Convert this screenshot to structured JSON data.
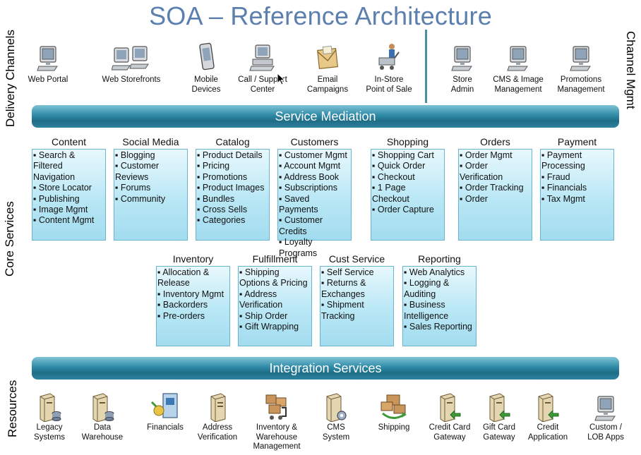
{
  "title": "SOA – Reference Architecture",
  "side_labels": {
    "delivery": "Delivery Channels",
    "core": "Core Services",
    "resources": "Resources",
    "channel_mgmt": "Channel Mgmt"
  },
  "channels": [
    {
      "label": "Web Portal",
      "icon": "computer-icon"
    },
    {
      "label": "Web Storefronts",
      "icon": "computers-icon"
    },
    {
      "label": "Mobile\nDevices",
      "icon": "mobile-device-icon"
    },
    {
      "label": "Call / Support\nCenter",
      "icon": "workstation-icon"
    },
    {
      "label": "Email\nCampaigns",
      "icon": "email-icon"
    },
    {
      "label": "In-Store\nPoint of Sale",
      "icon": "point-of-sale-icon"
    },
    {
      "label": "Store\nAdmin",
      "icon": "computer-icon"
    },
    {
      "label": "CMS & Image\nManagement",
      "icon": "computer-icon"
    },
    {
      "label": "Promotions\nManagement",
      "icon": "computer-icon"
    }
  ],
  "bars": {
    "mediation": "Service Mediation",
    "integration": "Integration Services"
  },
  "services_row1": [
    {
      "name": "Content",
      "items": [
        "▪ Search &",
        "Filtered",
        "Navigation",
        "▪ Store Locator",
        "▪ Publishing",
        "▪ Image Mgmt",
        "▪ Content Mgmt"
      ]
    },
    {
      "name": "Social Media",
      "items": [
        "▪ Blogging",
        "▪ Customer",
        "Reviews",
        "▪ Forums",
        "▪ Community"
      ]
    },
    {
      "name": "Catalog",
      "items": [
        "▪ Product Details",
        "▪ Pricing",
        "▪ Promotions",
        "▪ Product Images",
        "▪ Bundles",
        "▪ Cross Sells",
        "▪ Categories"
      ]
    },
    {
      "name": "Customers",
      "items": [
        "▪ Customer Mgmt",
        "▪ Account Mgmt",
        "▪ Address Book",
        "▪ Subscriptions",
        "▪ Saved Payments",
        "▪ Customer Credits",
        "▪ Loyalty Programs"
      ]
    },
    {
      "name": "Shopping",
      "items": [
        "▪ Shopping Cart",
        "▪ Quick Order",
        "▪ Checkout",
        "▪ 1 Page Checkout",
        "▪ Order Capture"
      ]
    },
    {
      "name": "Orders",
      "items": [
        "▪ Order Mgmt",
        "▪ Order",
        "Verification",
        "▪ Order Tracking",
        "▪ Order"
      ]
    },
    {
      "name": "Payment",
      "items": [
        "▪ Payment",
        "Processing",
        "▪ Fraud",
        "▪ Financials",
        "▪ Tax Mgmt"
      ]
    }
  ],
  "services_row2": [
    {
      "name": "Inventory",
      "items": [
        "▪ Allocation &",
        "Release",
        "▪ Inventory Mgmt",
        "▪ Backorders",
        "▪ Pre-orders"
      ]
    },
    {
      "name": "Fulfillment",
      "items": [
        "▪ Shipping",
        "Options & Pricing",
        "▪ Address",
        "Verification",
        "▪ Ship Order",
        "▪ Gift Wrapping"
      ]
    },
    {
      "name": "Cust Service",
      "items": [
        "▪ Self Service",
        "▪ Returns &",
        "Exchanges",
        "▪ Shipment",
        "Tracking"
      ]
    },
    {
      "name": "Reporting",
      "items": [
        "▪ Web Analytics",
        "▪ Logging &",
        "Auditing",
        "▪ Business",
        "Intelligence",
        "▪ Sales Reporting"
      ]
    }
  ],
  "resources": [
    {
      "label": "Legacy\nSystems",
      "icon": "server-database-icon"
    },
    {
      "label": "Data\nWarehouse",
      "icon": "server-database-icon"
    },
    {
      "label": "Financials",
      "icon": "financials-icon"
    },
    {
      "label": "Address\nVerification",
      "icon": "server-icon"
    },
    {
      "label": "Inventory &\nWarehouse\nManagement",
      "icon": "warehouse-icon"
    },
    {
      "label": "CMS\nSystem",
      "icon": "server-gear-icon"
    },
    {
      "label": "Shipping",
      "icon": "shipping-icon"
    },
    {
      "label": "Credit Card\nGateway",
      "icon": "server-gateway-icon"
    },
    {
      "label": "Gift Card\nGateway",
      "icon": "server-gateway-icon"
    },
    {
      "label": "Credit\nApplication",
      "icon": "server-gateway-icon"
    },
    {
      "label": "Custom /\nLOB  Apps",
      "icon": "computer-icon"
    }
  ]
}
